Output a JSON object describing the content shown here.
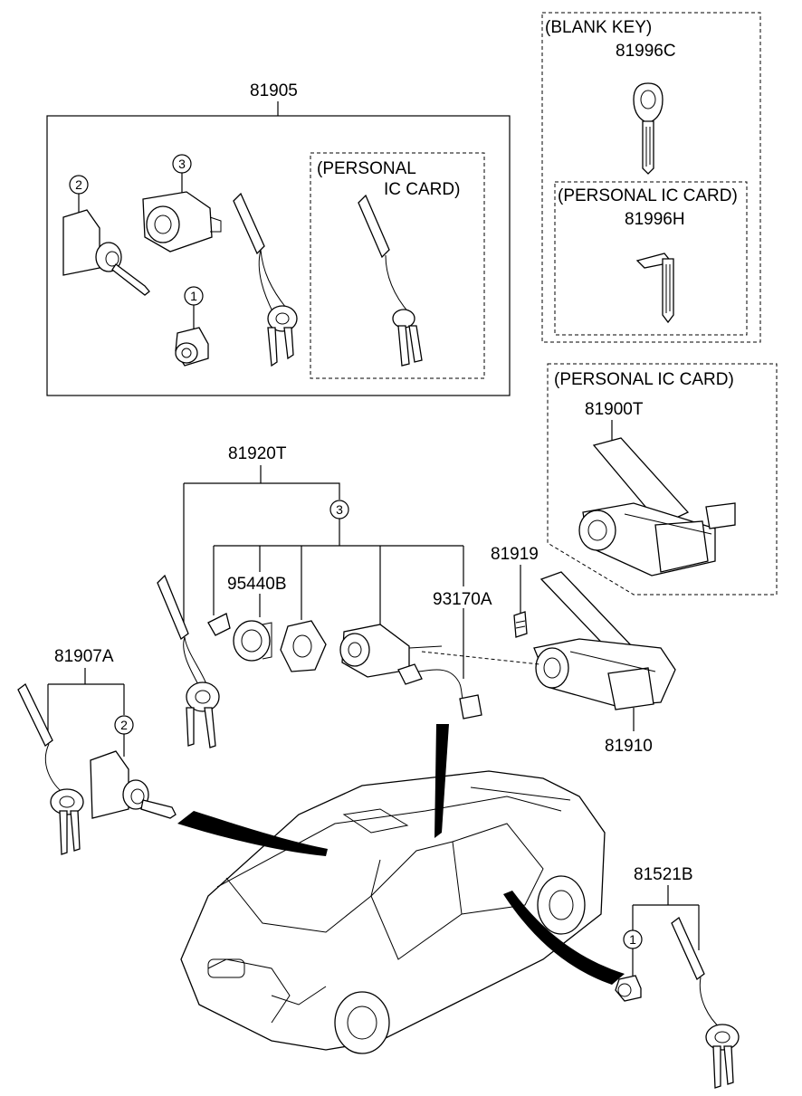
{
  "labels": {
    "blank_key_heading": "(BLANK KEY)",
    "p_81996C": "81996C",
    "ic_card_small": "(PERSONAL IC CARD)",
    "p_81996H": "81996H",
    "p_81905": "81905",
    "ic_card_box_line1": "(PERSONAL",
    "ic_card_box_line2": "IC CARD)",
    "ic_card_right": "(PERSONAL IC CARD)",
    "p_81900T": "81900T",
    "p_81920T": "81920T",
    "p_95440B": "95440B",
    "p_93170A": "93170A",
    "p_81919": "81919",
    "p_81910": "81910",
    "p_81907A": "81907A",
    "p_81521B": "81521B"
  },
  "callouts": {
    "c1_top": "1",
    "c2_top": "2",
    "c3_top": "3",
    "c3_mid": "3",
    "c2_left": "2",
    "c1_right": "1"
  }
}
